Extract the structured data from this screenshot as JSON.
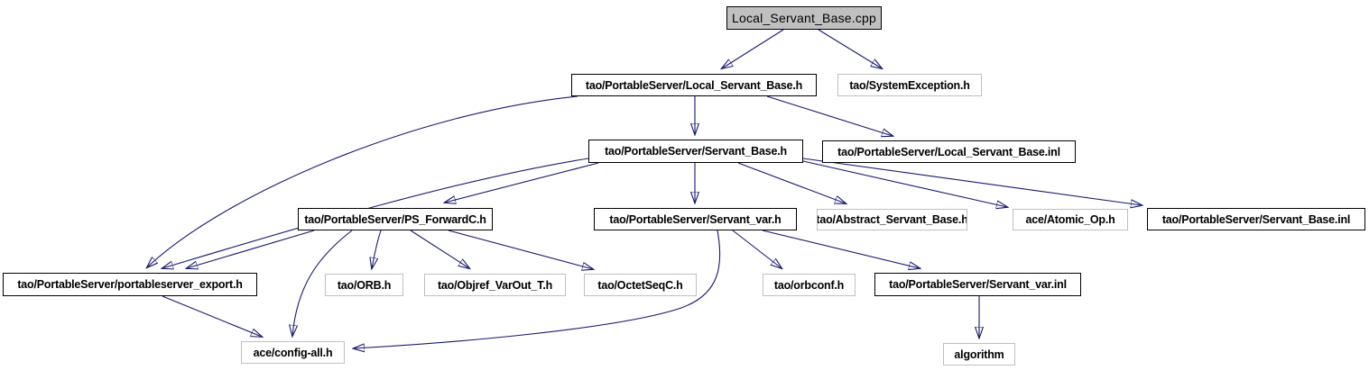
{
  "diagram": {
    "kind": "include-dependency-graph",
    "colors": {
      "background": "#ffffff",
      "edge": "#191970",
      "root_fill": "#c0c0c0",
      "documented_border": "#000000",
      "external_border": "#c0c0c0"
    },
    "nodes": [
      {
        "id": "local_servant_base_cpp",
        "label": "Local_Servant_Base.cpp",
        "type": "root"
      },
      {
        "id": "local_servant_base_h",
        "label": "tao/PortableServer/Local_Servant_Base.h",
        "type": "documented"
      },
      {
        "id": "system_exception_h",
        "label": "tao/SystemException.h",
        "type": "external"
      },
      {
        "id": "servant_base_h",
        "label": "tao/PortableServer/Servant_Base.h",
        "type": "documented"
      },
      {
        "id": "local_servant_base_inl",
        "label": "tao/PortableServer/Local_Servant_Base.inl",
        "type": "documented"
      },
      {
        "id": "ps_forwardc_h",
        "label": "tao/PortableServer/PS_ForwardC.h",
        "type": "documented"
      },
      {
        "id": "servant_var_h",
        "label": "tao/PortableServer/Servant_var.h",
        "type": "documented"
      },
      {
        "id": "abstract_servant_base_h",
        "label": "tao/Abstract_Servant_Base.h",
        "type": "external"
      },
      {
        "id": "atomic_op_h",
        "label": "ace/Atomic_Op.h",
        "type": "external"
      },
      {
        "id": "servant_base_inl",
        "label": "tao/PortableServer/Servant_Base.inl",
        "type": "documented"
      },
      {
        "id": "portableserver_export_h",
        "label": "tao/PortableServer/portableserver_export.h",
        "type": "documented"
      },
      {
        "id": "orb_h",
        "label": "tao/ORB.h",
        "type": "external"
      },
      {
        "id": "objref_varout_t_h",
        "label": "tao/Objref_VarOut_T.h",
        "type": "external"
      },
      {
        "id": "octetseqc_h",
        "label": "tao/OctetSeqC.h",
        "type": "external"
      },
      {
        "id": "orbconf_h",
        "label": "tao/orbconf.h",
        "type": "external"
      },
      {
        "id": "servant_var_inl",
        "label": "tao/PortableServer/Servant_var.inl",
        "type": "documented"
      },
      {
        "id": "config_all_h",
        "label": "ace/config-all.h",
        "type": "external"
      },
      {
        "id": "algorithm",
        "label": "algorithm",
        "type": "external"
      }
    ],
    "edges": [
      {
        "from": "local_servant_base_cpp",
        "to": "local_servant_base_h"
      },
      {
        "from": "local_servant_base_cpp",
        "to": "system_exception_h"
      },
      {
        "from": "local_servant_base_h",
        "to": "servant_base_h"
      },
      {
        "from": "local_servant_base_h",
        "to": "local_servant_base_inl"
      },
      {
        "from": "local_servant_base_h",
        "to": "portableserver_export_h"
      },
      {
        "from": "servant_base_h",
        "to": "portableserver_export_h"
      },
      {
        "from": "servant_base_h",
        "to": "ps_forwardc_h"
      },
      {
        "from": "servant_base_h",
        "to": "servant_var_h"
      },
      {
        "from": "servant_base_h",
        "to": "abstract_servant_base_h"
      },
      {
        "from": "servant_base_h",
        "to": "atomic_op_h"
      },
      {
        "from": "servant_base_h",
        "to": "servant_base_inl"
      },
      {
        "from": "ps_forwardc_h",
        "to": "portableserver_export_h"
      },
      {
        "from": "ps_forwardc_h",
        "to": "orb_h"
      },
      {
        "from": "ps_forwardc_h",
        "to": "objref_varout_t_h"
      },
      {
        "from": "ps_forwardc_h",
        "to": "octetseqc_h"
      },
      {
        "from": "ps_forwardc_h",
        "to": "config_all_h"
      },
      {
        "from": "servant_var_h",
        "to": "config_all_h"
      },
      {
        "from": "servant_var_h",
        "to": "orbconf_h"
      },
      {
        "from": "servant_var_h",
        "to": "servant_var_inl"
      },
      {
        "from": "portableserver_export_h",
        "to": "config_all_h"
      },
      {
        "from": "servant_var_inl",
        "to": "algorithm"
      }
    ]
  }
}
